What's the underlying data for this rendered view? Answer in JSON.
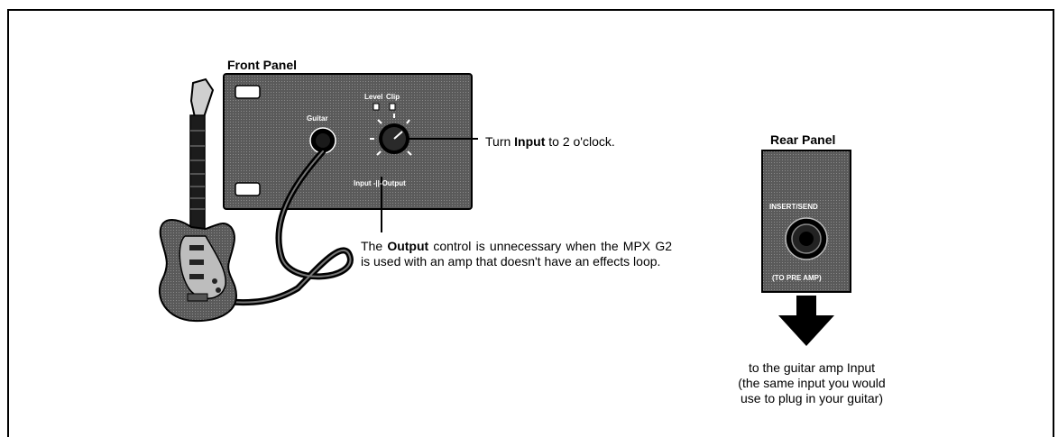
{
  "front_panel": {
    "title": "Front Panel",
    "labels": {
      "guitar": "Guitar",
      "level": "Level",
      "clip": "Clip",
      "input_output": "Input -||-Output"
    }
  },
  "rear_panel": {
    "title": "Rear Panel",
    "labels": {
      "insert_send": "INSERT/SEND",
      "to_pre_amp": "(TO PRE AMP)"
    }
  },
  "callouts": {
    "turn_input": {
      "before": "Turn ",
      "bold": "Input",
      "after": " to 2 o'clock."
    },
    "output_note": {
      "before": "The ",
      "bold": "Output",
      "after": " control is unnecessary when the MPX G2 is used with an amp that doesn't have an effects loop."
    },
    "rear_note": {
      "line1": "to the guitar amp Input",
      "line2": "(the same input you would",
      "line3": "use to plug in your guitar)"
    }
  },
  "colors": {
    "panel": "#595959",
    "ink": "#000000",
    "background": "#ffffff"
  },
  "icons": [
    "guitar-icon",
    "input-knob-icon",
    "guitar-jack-icon",
    "insert-send-jack-icon",
    "down-arrow-icon"
  ]
}
